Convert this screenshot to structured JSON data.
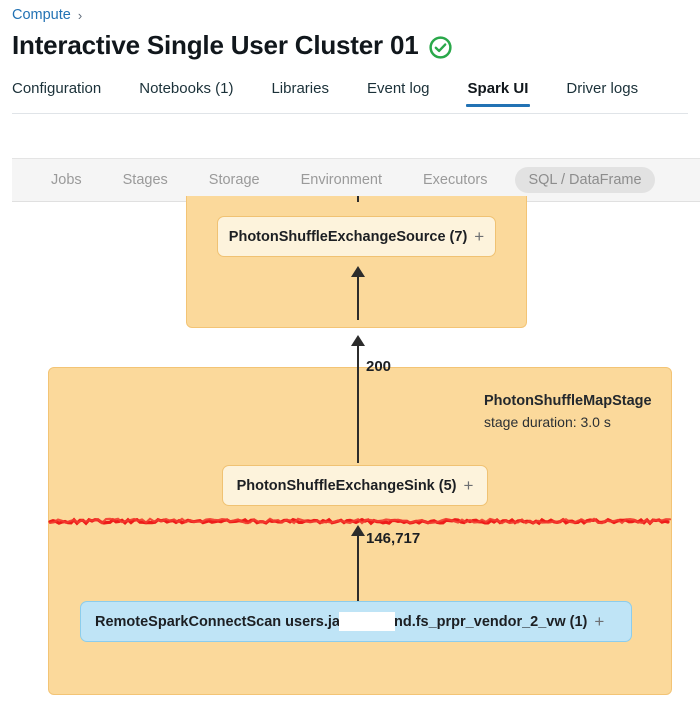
{
  "breadcrumb": {
    "items": [
      {
        "label": "Compute",
        "link": true
      }
    ],
    "separator": "›"
  },
  "header": {
    "title": "Interactive Single User Cluster 01",
    "status_icon": "green-check-circle-icon",
    "status_color": "#2aa84a"
  },
  "tabs": [
    {
      "label": "Configuration",
      "active": false
    },
    {
      "label": "Notebooks (1)",
      "active": false
    },
    {
      "label": "Libraries",
      "active": false
    },
    {
      "label": "Event log",
      "active": false
    },
    {
      "label": "Spark UI",
      "active": true
    },
    {
      "label": "Driver logs",
      "active": false
    }
  ],
  "tab_accent_color": "#2272b4",
  "spark_subnav": [
    {
      "label": "Jobs",
      "active": false
    },
    {
      "label": "Stages",
      "active": false
    },
    {
      "label": "Storage",
      "active": false
    },
    {
      "label": "Environment",
      "active": false
    },
    {
      "label": "Executors",
      "active": false
    },
    {
      "label": "SQL / DataFrame",
      "active": true
    }
  ],
  "graph": {
    "stage_fill_color": "#fbd99b",
    "node_orange_fill": "#fdf3dc",
    "node_blue_fill": "#bfe4f6",
    "annotation_color": "#ee1c19",
    "stages": [
      {
        "name": "",
        "duration": ""
      },
      {
        "name": "PhotonShuffleMapStage",
        "duration": "stage duration: 3.0 s"
      }
    ],
    "nodes": [
      {
        "label": "PhotonShuffleExchangeSource (7)",
        "expand": "+",
        "color": "orange"
      },
      {
        "label": "PhotonShuffleExchangeSink (5)",
        "expand": "+",
        "color": "orange"
      },
      {
        "label_prefix": "RemoteSparkConnectScan users.ja",
        "redacted": true,
        "label_suffix": "nd.fs_prpr_vendor_2_vw (1)",
        "expand": "+",
        "color": "blue"
      }
    ],
    "edges": [
      {
        "label": "200"
      },
      {
        "label": "146,717"
      }
    ]
  }
}
